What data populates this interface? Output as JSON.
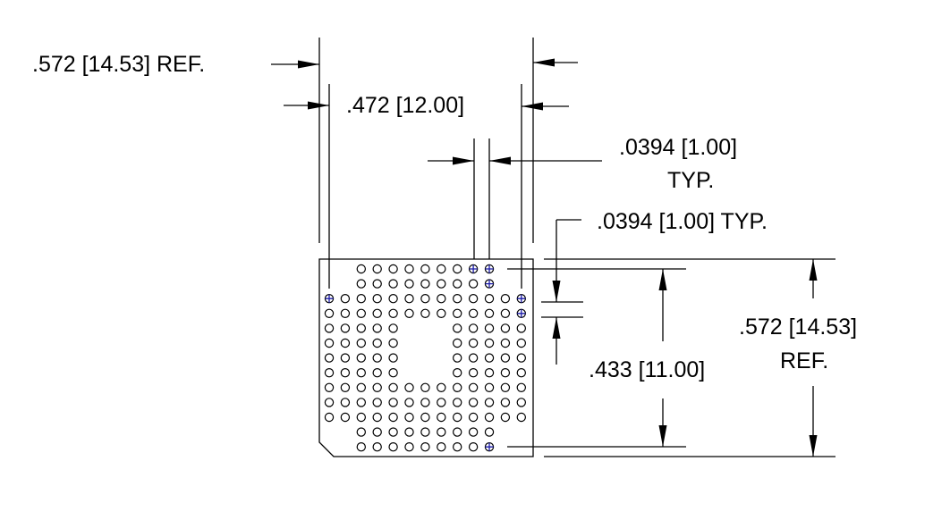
{
  "dimensions": {
    "width_ref": ".572 [14.53] REF.",
    "pitch_span_x": ".472 [12.00]",
    "pitch_x_line1": ".0394 [1.00]",
    "pitch_x_line2": "TYP.",
    "pitch_y": ".0394 [1.00] TYP.",
    "pitch_span_y": ".433 [11.00]",
    "height_ref_line1": ".572 [14.53]",
    "height_ref_line2": "REF."
  },
  "colors": {
    "line": "#000000",
    "marked_pad": "#1a1aa8"
  }
}
